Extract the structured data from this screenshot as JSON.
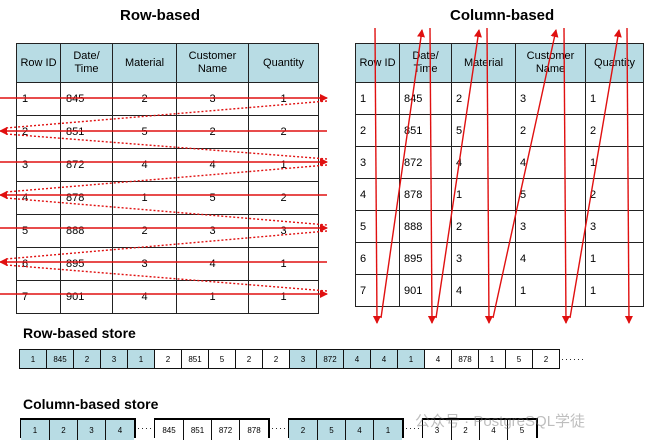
{
  "left_title": "Row-based",
  "right_title": "Column-based",
  "headers": [
    "Row ID",
    "Date/ Time",
    "Material",
    "Customer Name",
    "Quantity"
  ],
  "rows": [
    [
      "1",
      "845",
      "2",
      "3",
      "1"
    ],
    [
      "2",
      "851",
      "5",
      "2",
      "2"
    ],
    [
      "3",
      "872",
      "4",
      "4",
      "1"
    ],
    [
      "4",
      "878",
      "1",
      "5",
      "2"
    ],
    [
      "5",
      "888",
      "2",
      "3",
      "3"
    ],
    [
      "6",
      "895",
      "3",
      "4",
      "1"
    ],
    [
      "7",
      "901",
      "4",
      "1",
      "1"
    ]
  ],
  "row_store": {
    "title": "Row-based store",
    "groups": [
      [
        "1",
        "845",
        "2",
        "3",
        "1"
      ],
      [
        "2",
        "851",
        "5",
        "2",
        "2"
      ],
      [
        "3",
        "872",
        "4",
        "4",
        "1"
      ],
      [
        "4",
        "878",
        "1",
        "5",
        "2"
      ]
    ],
    "trailing": "······"
  },
  "column_store": {
    "title": "Column-based store",
    "groups": [
      [
        "1",
        "2",
        "3",
        "4"
      ],
      [
        "845",
        "851",
        "872",
        "878"
      ],
      [
        "2",
        "5",
        "4",
        "1"
      ],
      [
        "3",
        "2",
        "4",
        "5"
      ]
    ],
    "separator": "····"
  },
  "watermark": "公众号 · PostgreSQL学徒",
  "colors": {
    "header_fill": "#b8dce4",
    "arrow": "#e01010",
    "border": "#222222"
  }
}
